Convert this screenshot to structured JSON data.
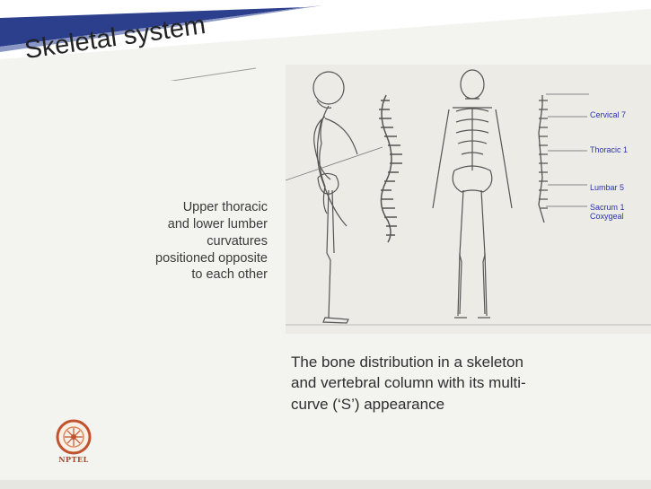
{
  "slide": {
    "title": "Skeletal system",
    "side_note_lines": [
      "Upper thoracic",
      "and lower lumber",
      "curvatures",
      "positioned opposite",
      "to each other"
    ],
    "caption_lines": [
      "The bone distribution in a skeleton",
      "and vertebral column with its multi-",
      "curve (‘S’) appearance"
    ],
    "spine_labels": {
      "cervical": "Cervical 7",
      "thoracic": "Thoracic 1",
      "lumbar": "Lumbar 5",
      "sacrum": "Sacrum 1",
      "coxygeal": "Coxygeal"
    },
    "logo_text": "NPTEL"
  },
  "colors": {
    "banner_blue": "#2b3f8c",
    "label_blue": "#2b34b0",
    "logo_orange": "#c0532d"
  }
}
